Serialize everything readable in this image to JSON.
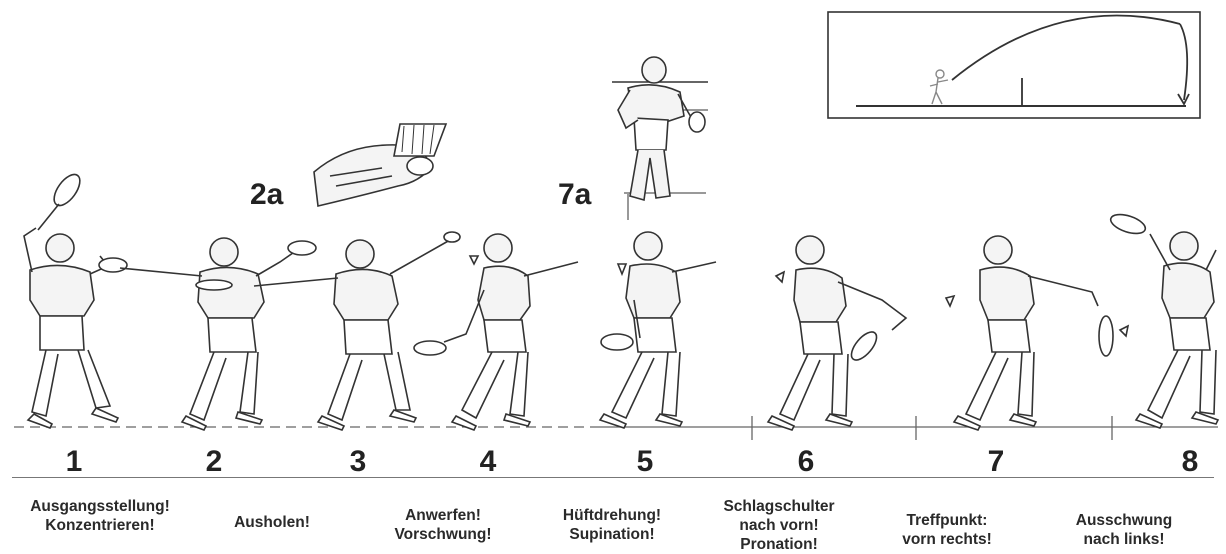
{
  "steps": [
    {
      "num": "1",
      "caption": "Ausgangsstellung!\nKonzentrieren!"
    },
    {
      "num": "2",
      "caption": "Ausholen!"
    },
    {
      "num": "3",
      "caption": "Anwerfen!\nVorschwung!"
    },
    {
      "num": "4",
      "caption": "Hüftdrehung!\nSupination!"
    },
    {
      "num": "5",
      "caption": "Schlagschulter\nnach vorn!\nPronation!"
    },
    {
      "num": "6",
      "caption": "Treffpunkt:\nvorn rechts!"
    },
    {
      "num": "7",
      "caption": "Ausschwung\nnach links!"
    },
    {
      "num": "8",
      "caption": ""
    }
  ],
  "detail_labels": {
    "grip_detail": "2a",
    "rear_view": "7a"
  },
  "colors": {
    "ink": "#222222",
    "line": "#555555",
    "skin": "#f4f4f4"
  }
}
